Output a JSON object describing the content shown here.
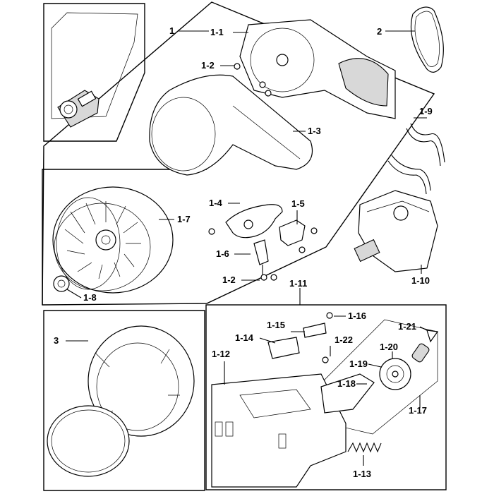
{
  "callouts": {
    "c1": "1",
    "c1_1": "1-1",
    "c1_2a": "1-2",
    "c1_2b": "1-2",
    "c1_3": "1-3",
    "c1_4": "1-4",
    "c1_5": "1-5",
    "c1_6": "1-6",
    "c1_7": "1-7",
    "c1_8": "1-8",
    "c1_9": "1-9",
    "c1_10": "1-10",
    "c1_11": "1-11",
    "c1_12": "1-12",
    "c1_13": "1-13",
    "c1_14": "1-14",
    "c1_15": "1-15",
    "c1_16": "1-16",
    "c1_17": "1-17",
    "c1_18": "1-18",
    "c1_19": "1-19",
    "c1_20": "1-20",
    "c1_21": "1-21",
    "c1_22": "1-22",
    "c2": "2",
    "c3": "3"
  },
  "colors": {
    "line": "#000000",
    "background": "#ffffff",
    "shade": "#d8d8d8"
  }
}
